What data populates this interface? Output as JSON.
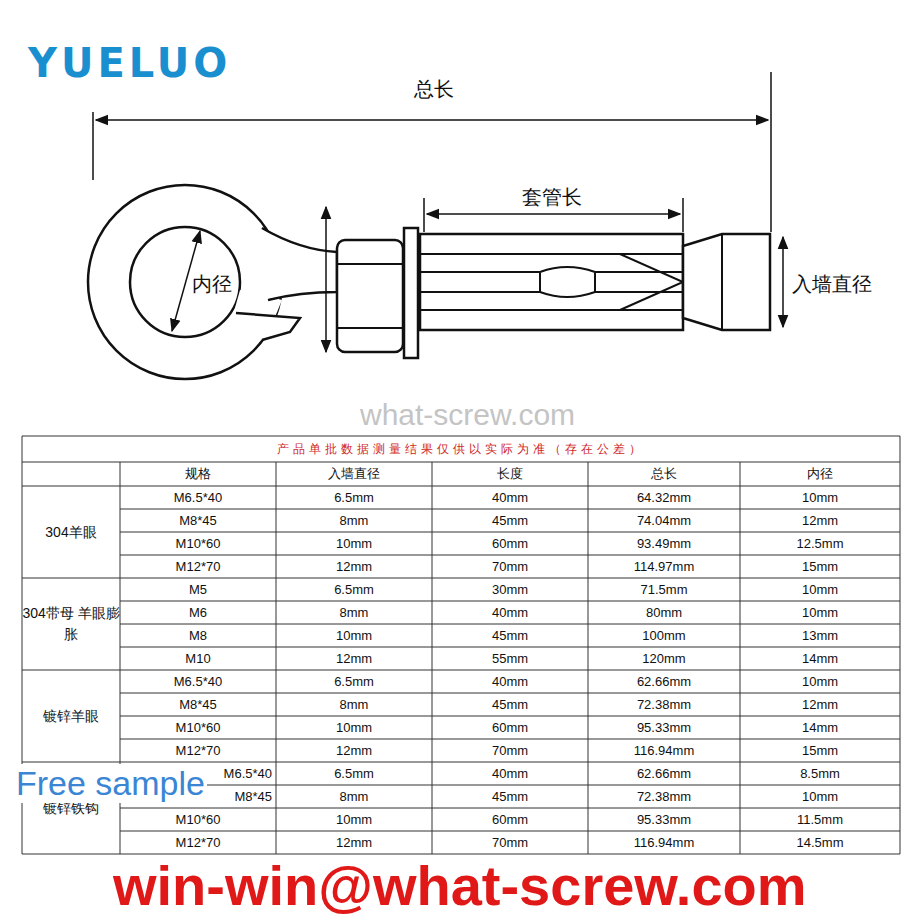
{
  "diagram": {
    "labels": [
      "YUELUO",
      "总长",
      "套管长",
      "内径",
      "入墙直径",
      "what-screw.com",
      "产品单批数据测量结果仅供以实际为准（存在公差）",
      "规格",
      "入墙直径",
      "长度",
      "总长",
      "内径",
      "304羊眼",
      "M6.5*40",
      "6.5mm",
      "40mm",
      "64.32mm",
      "10mm",
      "M8*45",
      "8mm",
      "45mm",
      "74.04mm",
      "12mm",
      "M10*60",
      "10mm",
      "60mm",
      "93.49mm",
      "12.5mm",
      "M12*70",
      "12mm",
      "70mm",
      "114.97mm",
      "15mm",
      "304带母 羊眼膨胀",
      "M5",
      "6.5mm",
      "30mm",
      "71.5mm",
      "10mm",
      "M6",
      "8mm",
      "40mm",
      "80mm",
      "10mm",
      "M8",
      "10mm",
      "45mm",
      "100mm",
      "13mm",
      "M10",
      "12mm",
      "55mm",
      "120mm",
      "14mm",
      "镀锌羊眼",
      "M6.5*40",
      "6.5mm",
      "40mm",
      "62.66mm",
      "10mm",
      "M8*45",
      "8mm",
      "45mm",
      "72.38mm",
      "12mm",
      "M10*60",
      "10mm",
      "60mm",
      "95.33mm",
      "14mm",
      "M12*70",
      "12mm",
      "70mm",
      "116.94mm",
      "15mm",
      "镀锌铁钩",
      "M6.5*40",
      "6.5mm",
      "40mm",
      "62.66mm",
      "8.5mm",
      "M8*45",
      "8mm",
      "45mm",
      "72.38mm",
      "10mm",
      "M10*60",
      "10mm",
      "60mm",
      "95.33mm",
      "11.5mm",
      "M12*70",
      "12mm",
      "70mm",
      "116.94mm",
      "14.5mm",
      "Free sample",
      "win-win@what-screw.com"
    ]
  }
}
